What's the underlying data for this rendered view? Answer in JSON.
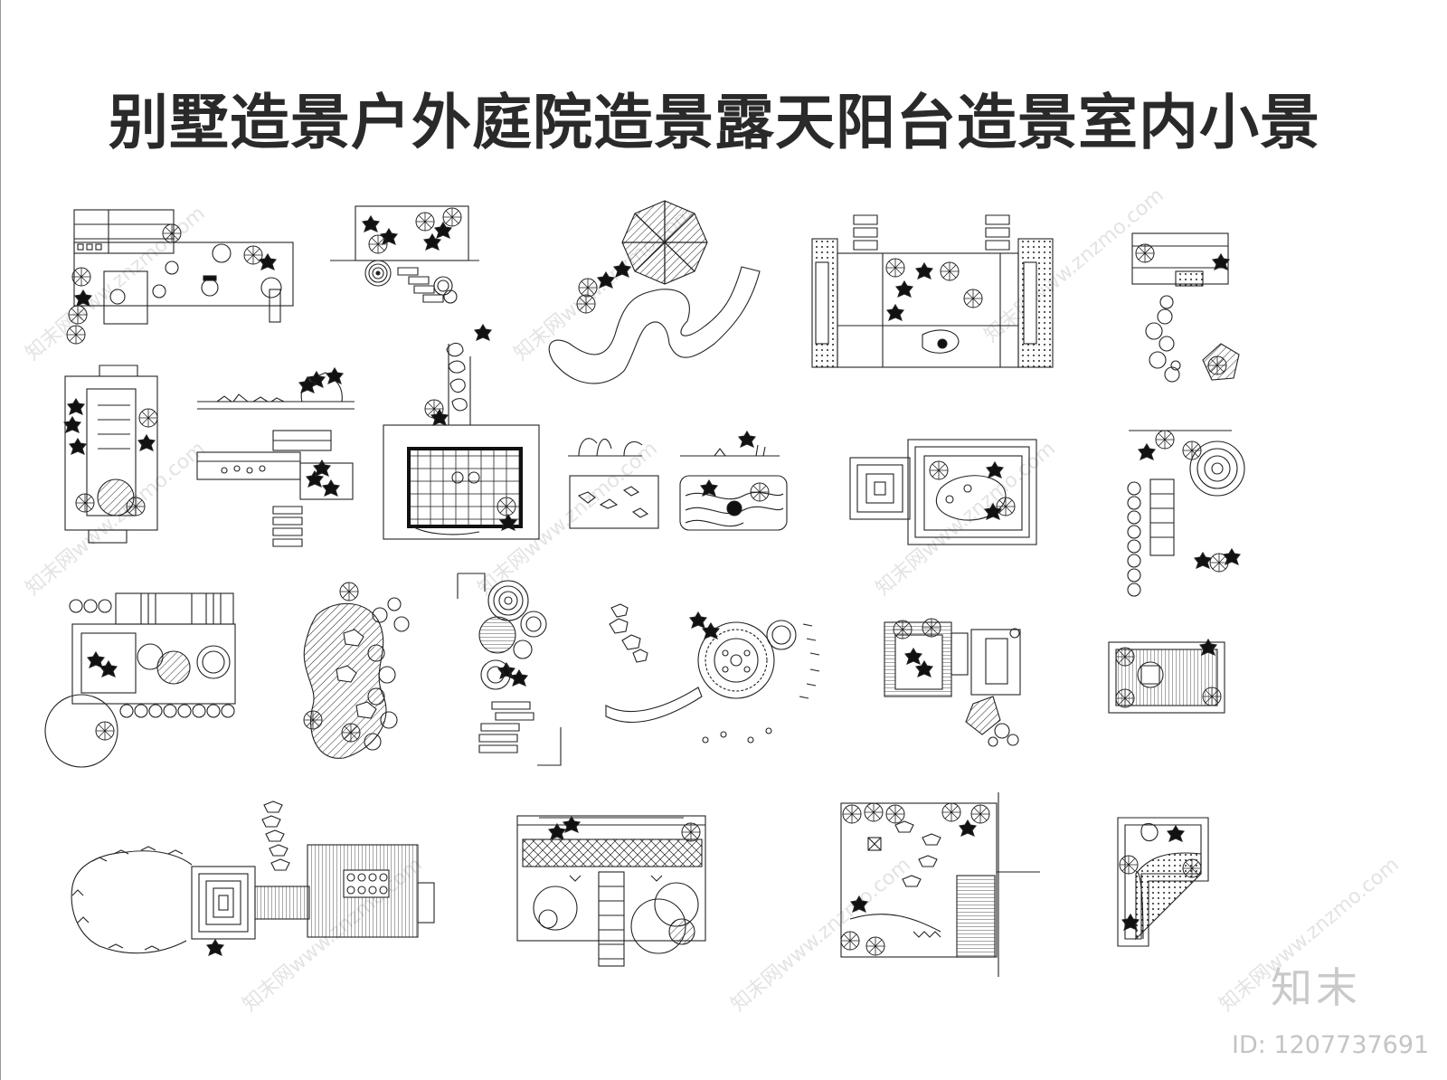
{
  "title": "别墅造景户外庭院造景露天阳台造景室内小景",
  "watermark": {
    "repeat_text": "知末网www.znzmo.com",
    "logo_text": "知末",
    "id_text": "ID: 1207737691"
  },
  "colors": {
    "line": "#222222",
    "fill": "#111111",
    "watermark": "#cfcfcf"
  }
}
